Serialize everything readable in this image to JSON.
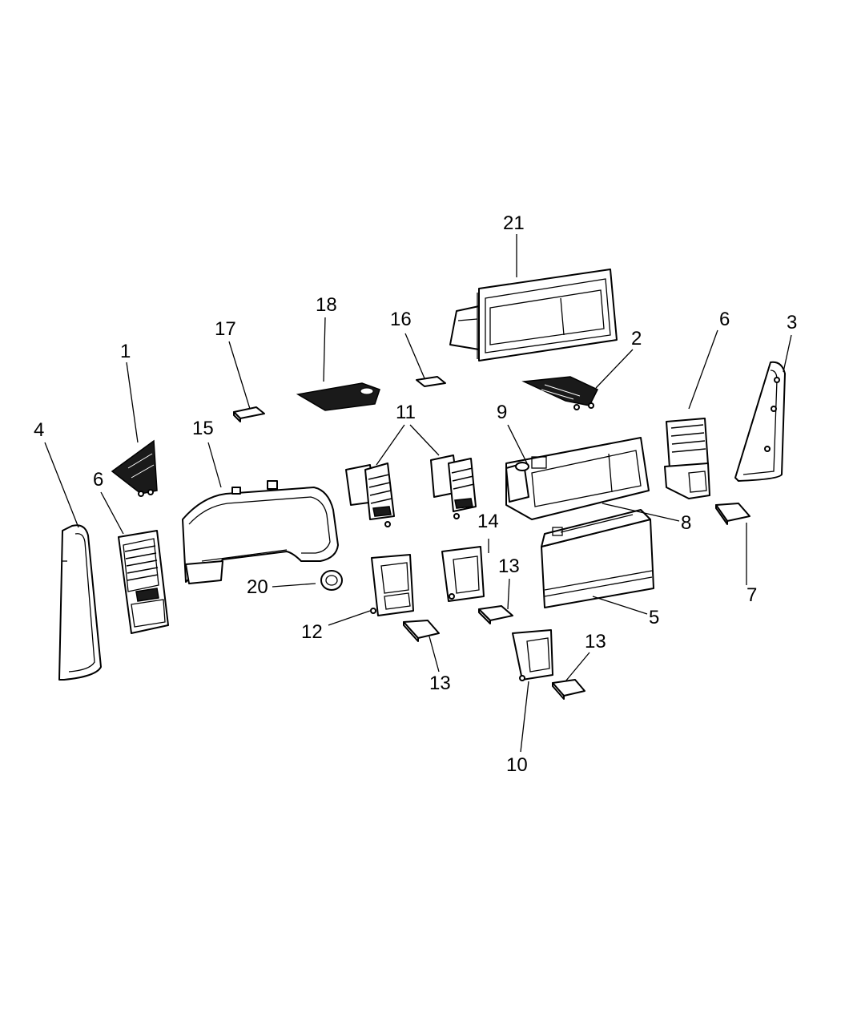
{
  "callouts": [
    {
      "id": "c1",
      "label": "1"
    },
    {
      "id": "c2",
      "label": "2"
    },
    {
      "id": "c3",
      "label": "3"
    },
    {
      "id": "c4",
      "label": "4"
    },
    {
      "id": "c5",
      "label": "5"
    },
    {
      "id": "c6a",
      "label": "6"
    },
    {
      "id": "c6b",
      "label": "6"
    },
    {
      "id": "c7",
      "label": "7"
    },
    {
      "id": "c8",
      "label": "8"
    },
    {
      "id": "c9",
      "label": "9"
    },
    {
      "id": "c10",
      "label": "10"
    },
    {
      "id": "c11",
      "label": "11"
    },
    {
      "id": "c12",
      "label": "12"
    },
    {
      "id": "c13a",
      "label": "13"
    },
    {
      "id": "c13b",
      "label": "13"
    },
    {
      "id": "c13c",
      "label": "13"
    },
    {
      "id": "c14",
      "label": "14"
    },
    {
      "id": "c15",
      "label": "15"
    },
    {
      "id": "c16",
      "label": "16"
    },
    {
      "id": "c17",
      "label": "17"
    },
    {
      "id": "c18",
      "label": "18"
    },
    {
      "id": "c20",
      "label": "20"
    },
    {
      "id": "c21",
      "label": "21"
    }
  ]
}
